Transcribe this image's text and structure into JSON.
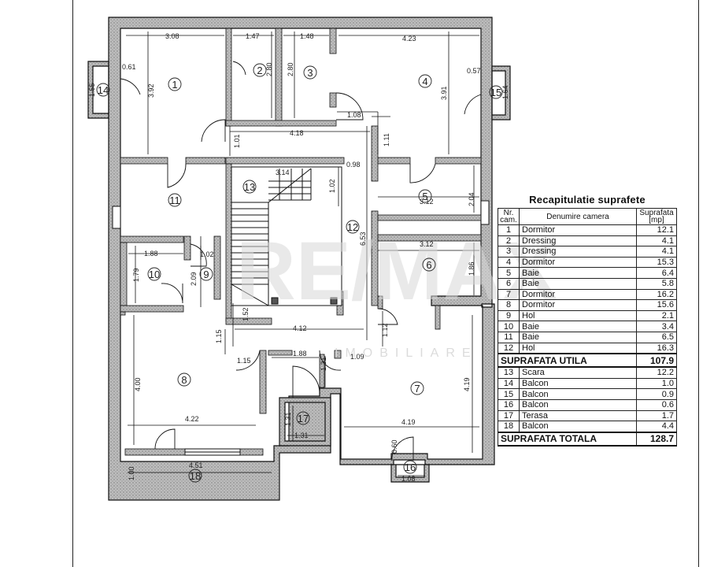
{
  "rooms": [
    {
      "nr": "1",
      "label": "1"
    },
    {
      "nr": "2",
      "label": "2"
    },
    {
      "nr": "3",
      "label": "3"
    },
    {
      "nr": "4",
      "label": "4"
    },
    {
      "nr": "5",
      "label": "5"
    },
    {
      "nr": "6",
      "label": "6"
    },
    {
      "nr": "7",
      "label": "7"
    },
    {
      "nr": "8",
      "label": "8"
    },
    {
      "nr": "9",
      "label": "9"
    },
    {
      "nr": "10",
      "label": "10"
    },
    {
      "nr": "11",
      "label": "11"
    },
    {
      "nr": "12",
      "label": "12"
    },
    {
      "nr": "13",
      "label": "13"
    },
    {
      "nr": "14",
      "label": "14"
    },
    {
      "nr": "15",
      "label": "15"
    },
    {
      "nr": "16",
      "label": "16"
    },
    {
      "nr": "17",
      "label": "17"
    },
    {
      "nr": "18",
      "label": "18"
    }
  ],
  "dimensions": {
    "d308": "3.08",
    "d147": "1.47",
    "d148": "1.48",
    "d423": "4.23",
    "d061": "0.61",
    "d155": "1.55",
    "d392": "3.92",
    "d280a": "2.80",
    "d280b": "2.80",
    "d391": "3.91",
    "d057": "0.57",
    "d164": "1.64",
    "d108a": "1.08",
    "d418": "4.18",
    "d101": "1.01",
    "d111": "1.11",
    "d098": "0.98",
    "d314": "3.14",
    "d102a": "1.02",
    "d204": "2.04",
    "d312a": "3.12",
    "d312b": "3.12",
    "d553": "6.53",
    "d188": "1.88",
    "d102b": "1.02",
    "d179": "1.79",
    "d209": "2.09",
    "d186": "1.86",
    "d152": "1.52",
    "d412": "4.12",
    "d115a": "1.15",
    "d112": "1.12",
    "d115b": "1.15",
    "d188b": "1.88",
    "d131a": "1.31",
    "d109": "1.09",
    "d400": "4.00",
    "d419a": "4.19",
    "d422": "4.22",
    "d131b": "1.31",
    "d131c": "1.31",
    "d419b": "4.19",
    "d060": "0.60",
    "d451": "4.51",
    "d100": "1.00",
    "d108b": "1.08"
  },
  "watermark": {
    "big": "RE/MAX",
    "small": "IMOBILIARE"
  },
  "recap": {
    "title": "Recapitulatie suprafete",
    "headers": {
      "nr": "Nr. cam.",
      "name": "Denumire camera",
      "area": "Suprafata [mp]"
    },
    "rows": [
      {
        "nr": "1",
        "name": "Dormitor",
        "area": "12.1"
      },
      {
        "nr": "2",
        "name": "Dressing",
        "area": "4.1"
      },
      {
        "nr": "3",
        "name": "Dressing",
        "area": "4.1"
      },
      {
        "nr": "4",
        "name": "Dormitor",
        "area": "15.3"
      },
      {
        "nr": "5",
        "name": "Baie",
        "area": "6.4"
      },
      {
        "nr": "6",
        "name": "Baie",
        "area": "5.8"
      },
      {
        "nr": "7",
        "name": "Dormitor",
        "area": "16.2"
      },
      {
        "nr": "8",
        "name": "Dormitor",
        "area": "15.6"
      },
      {
        "nr": "9",
        "name": "Hol",
        "area": "2.1"
      },
      {
        "nr": "10",
        "name": "Baie",
        "area": "3.4"
      },
      {
        "nr": "11",
        "name": "Baie",
        "area": "6.5"
      },
      {
        "nr": "12",
        "name": "Hol",
        "area": "16.3"
      }
    ],
    "util": {
      "label": "SUPRAFATA UTILA",
      "value": "107.9"
    },
    "extra_rows": [
      {
        "nr": "13",
        "name": "Scara",
        "area": "12.2"
      },
      {
        "nr": "14",
        "name": "Balcon",
        "area": "1.0"
      },
      {
        "nr": "15",
        "name": "Balcon",
        "area": "0.9"
      },
      {
        "nr": "16",
        "name": "Balcon",
        "area": "0.6"
      },
      {
        "nr": "17",
        "name": "Terasa",
        "area": "1.7"
      },
      {
        "nr": "18",
        "name": "Balcon",
        "area": "4.4"
      }
    ],
    "total": {
      "label": "SUPRAFATA TOTALA",
      "value": "128.7"
    }
  }
}
